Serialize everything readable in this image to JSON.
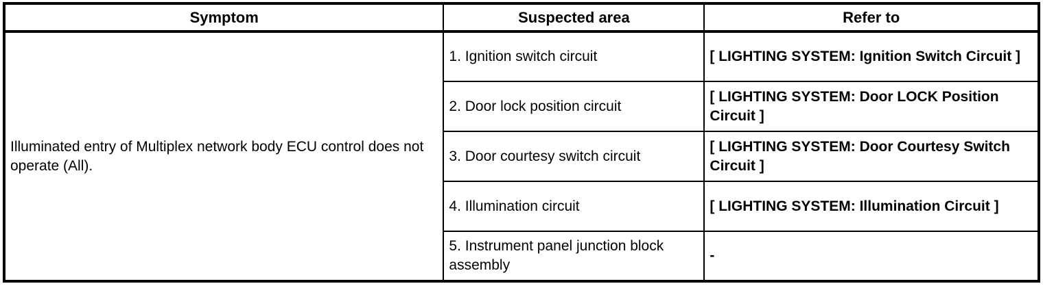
{
  "table": {
    "headers": {
      "symptom": "Symptom",
      "suspected_area": "Suspected area",
      "refer_to": "Refer to"
    },
    "symptom": "Illuminated entry of Multiplex network body ECU control does not operate (All).",
    "rows": [
      {
        "suspected_area": "1. Ignition switch circuit",
        "refer_to": "[ LIGHTING SYSTEM: Ignition Switch Circuit ]"
      },
      {
        "suspected_area": "2. Door lock position circuit",
        "refer_to": "[ LIGHTING SYSTEM: Door LOCK Position Circuit ]"
      },
      {
        "suspected_area": "3. Door courtesy switch circuit",
        "refer_to": "[ LIGHTING SYSTEM: Door Courtesy Switch Circuit ]"
      },
      {
        "suspected_area": "4. Illumination circuit",
        "refer_to": "[ LIGHTING SYSTEM: Illumination Circuit ]"
      },
      {
        "suspected_area": "5. Instrument panel junction block assembly",
        "refer_to": "-"
      }
    ],
    "colors": {
      "border": "#000000",
      "text": "#000000",
      "background": "#ffffff"
    }
  }
}
